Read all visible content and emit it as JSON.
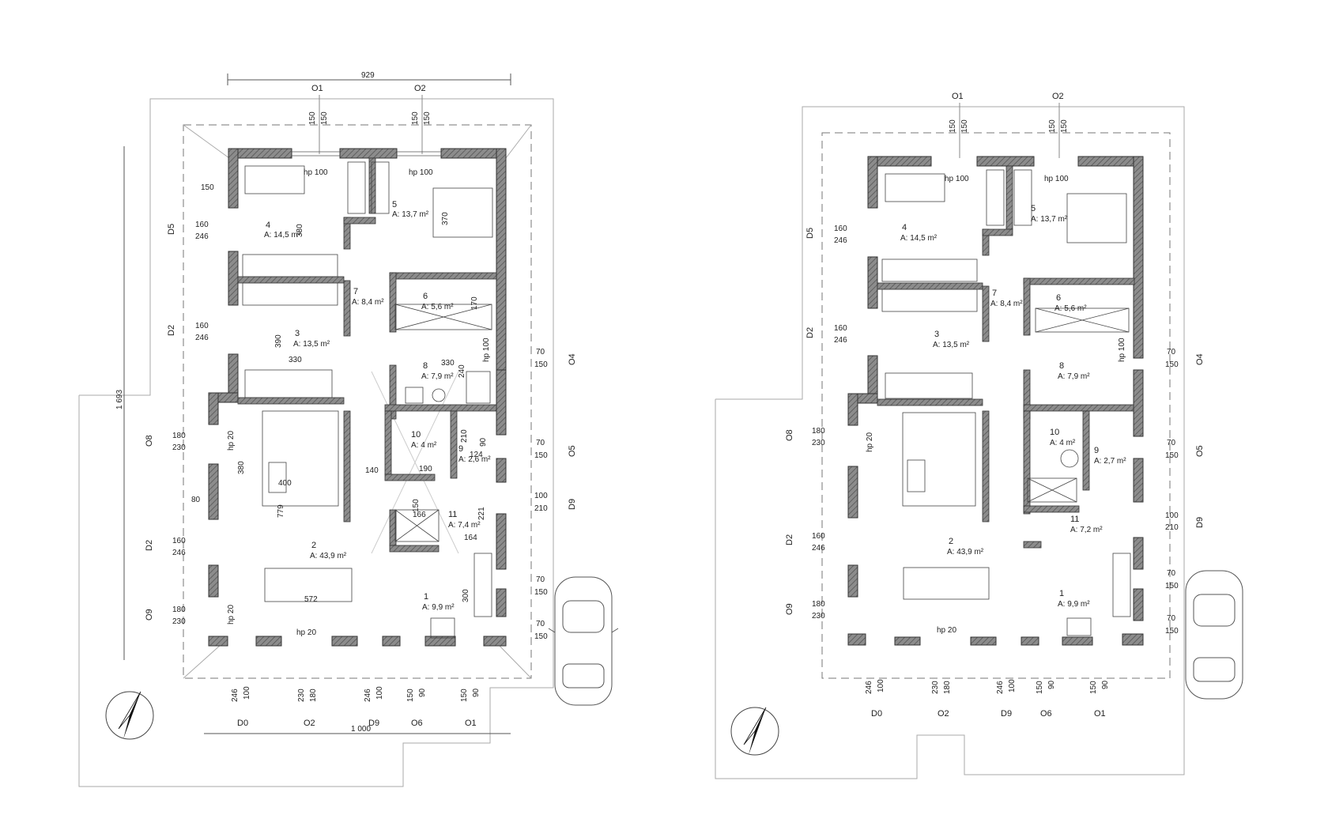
{
  "plans": [
    {
      "overall_width": "929",
      "overall_bottom": "1 000",
      "overall_left": "1 693",
      "top_axes": [
        "O1",
        "O2"
      ],
      "top_axis_dims": [
        [
          "150",
          "150"
        ],
        [
          "150",
          "150"
        ]
      ],
      "left_openings": [
        {
          "code": "D5",
          "w": "160",
          "h": "246"
        },
        {
          "code": "D2",
          "w": "160",
          "h": "246"
        },
        {
          "code": "O8",
          "w": "180",
          "h": "230"
        },
        {
          "code": "D2",
          "w": "160",
          "h": "246"
        },
        {
          "code": "O9",
          "w": "180",
          "h": "230"
        }
      ],
      "right_openings": [
        {
          "code": "O4",
          "w": "70",
          "h": "150"
        },
        {
          "code": "O5",
          "w": "70",
          "h": "150"
        },
        {
          "code": "D9",
          "w": "100",
          "h": "210"
        },
        {
          "code": "",
          "w": "70",
          "h": "150"
        },
        {
          "code": "",
          "w": "70",
          "h": "150"
        }
      ],
      "bottom_openings": [
        {
          "code": "D0",
          "a": "246",
          "b": "100"
        },
        {
          "code": "O2",
          "a": "230",
          "b": "180"
        },
        {
          "code": "D9",
          "a": "246",
          "b": "100"
        },
        {
          "code": "O6",
          "a": "150",
          "b": "90"
        },
        {
          "code": "O1",
          "a": "150",
          "b": "90"
        }
      ],
      "rooms": [
        {
          "n": "4",
          "a": "A: 14,5 m²"
        },
        {
          "n": "5",
          "a": "A: 13,7 m²"
        },
        {
          "n": "7",
          "a": "A: 8,4 m²"
        },
        {
          "n": "6",
          "a": "A: 5,6 m²"
        },
        {
          "n": "3",
          "a": "A: 13,5 m²"
        },
        {
          "n": "8",
          "a": "A: 7,9 m²"
        },
        {
          "n": "10",
          "a": "A: 4 m²"
        },
        {
          "n": "9",
          "a": "A: 2,6 m²"
        },
        {
          "n": "11",
          "a": "A: 7,4 m²"
        },
        {
          "n": "2",
          "a": "A: 43,9 m²"
        },
        {
          "n": "1",
          "a": "A: 9,9 m²"
        }
      ],
      "hp": [
        "hp 100",
        "hp 100",
        "hp 100",
        "hp 20",
        "hp 20",
        "hp 20"
      ],
      "dims": [
        "150",
        "380",
        "370",
        "170",
        "390",
        "330",
        "330",
        "240",
        "400",
        "140",
        "190",
        "210",
        "124",
        "380",
        "779",
        "572",
        "80",
        "166",
        "150",
        "221",
        "164",
        "300",
        "90"
      ]
    },
    {
      "top_axes": [
        "O1",
        "O2"
      ],
      "top_axis_dims": [
        [
          "150",
          "150"
        ],
        [
          "150",
          "150"
        ]
      ],
      "left_openings": [
        {
          "code": "D5",
          "w": "160",
          "h": "246"
        },
        {
          "code": "D2",
          "w": "160",
          "h": "246"
        },
        {
          "code": "O8",
          "w": "180",
          "h": "230"
        },
        {
          "code": "D2",
          "w": "160",
          "h": "246"
        },
        {
          "code": "O9",
          "w": "180",
          "h": "230"
        }
      ],
      "right_openings": [
        {
          "code": "O4",
          "w": "70",
          "h": "150"
        },
        {
          "code": "O5",
          "w": "70",
          "h": "150"
        },
        {
          "code": "D9",
          "w": "100",
          "h": "210"
        },
        {
          "code": "",
          "w": "70",
          "h": "150"
        },
        {
          "code": "",
          "w": "70",
          "h": "150"
        }
      ],
      "bottom_openings": [
        {
          "code": "D0",
          "a": "246",
          "b": "100"
        },
        {
          "code": "O2",
          "a": "230",
          "b": "180"
        },
        {
          "code": "D9",
          "a": "246",
          "b": "100"
        },
        {
          "code": "O6",
          "a": "150",
          "b": "90"
        },
        {
          "code": "O1",
          "a": "150",
          "b": "90"
        }
      ],
      "rooms": [
        {
          "n": "4",
          "a": "A: 14,5 m²"
        },
        {
          "n": "5",
          "a": "A: 13,7 m²"
        },
        {
          "n": "7",
          "a": "A: 8,4 m²"
        },
        {
          "n": "6",
          "a": "A: 5,6 m²"
        },
        {
          "n": "3",
          "a": "A: 13,5 m²"
        },
        {
          "n": "8",
          "a": "A: 7,9 m²"
        },
        {
          "n": "10",
          "a": "A: 4 m²"
        },
        {
          "n": "9",
          "a": "A: 2,7 m²"
        },
        {
          "n": "11",
          "a": "A: 7,2 m²"
        },
        {
          "n": "2",
          "a": "A: 43,9 m²"
        },
        {
          "n": "1",
          "a": "A: 9,9 m²"
        }
      ],
      "hp": [
        "hp 100",
        "hp 100",
        "hp 100",
        "hp 20",
        "hp 20"
      ]
    }
  ],
  "colors": {
    "wall": "#6f6f6f",
    "line": "#333333",
    "thin": "#8a8a8a",
    "hatch": "#bdbdbd"
  }
}
